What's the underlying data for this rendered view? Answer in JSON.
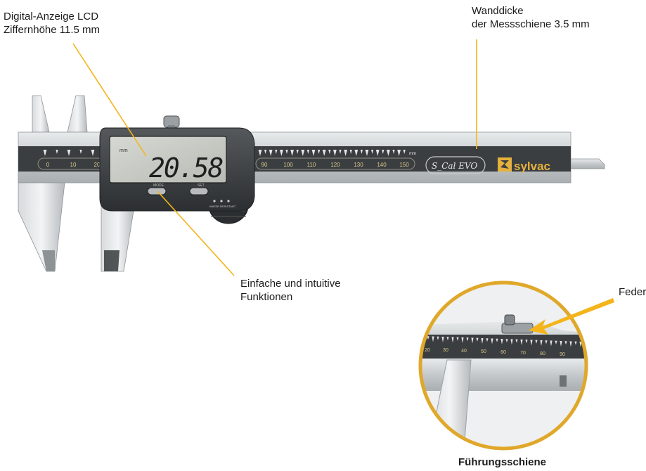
{
  "annotations": {
    "lcd": {
      "line1": "Digital-Anzeige LCD",
      "line2": "Ziffernhöhe 11.5 mm"
    },
    "wall": {
      "line1": "Wanddicke",
      "line2": "der Messschiene 3.5 mm"
    },
    "functions": {
      "line1": "Einfache und intuitive",
      "line2": "Funktionen"
    },
    "spring": "Feder",
    "guide_rail": "Führungsschiene"
  },
  "caliper": {
    "display_value": "20.58",
    "display_unit": "mm",
    "buttons": {
      "left": "MODE",
      "right": "SET"
    },
    "water_label": "WATER RESISTANT",
    "main_scale_unit": "mm",
    "main_scale_labels": [
      "0",
      "10",
      "20",
      "90",
      "100",
      "110",
      "120",
      "130",
      "140",
      "150"
    ],
    "brand_model": "S_Cal EVO",
    "brand_name": "sylvac"
  },
  "detail_view": {
    "scale_labels": [
      "20",
      "30",
      "40",
      "50",
      "60",
      "70",
      "80",
      "90"
    ]
  },
  "colors": {
    "callout_line": "#f4b41a",
    "circle_ring": "#e0a82a",
    "display_body": "#3a3d40",
    "lcd": "#c9cdc6",
    "steel": "#c7cbcd",
    "scale_band": "#3b3e40",
    "brand_gold": "#e4b13d"
  }
}
